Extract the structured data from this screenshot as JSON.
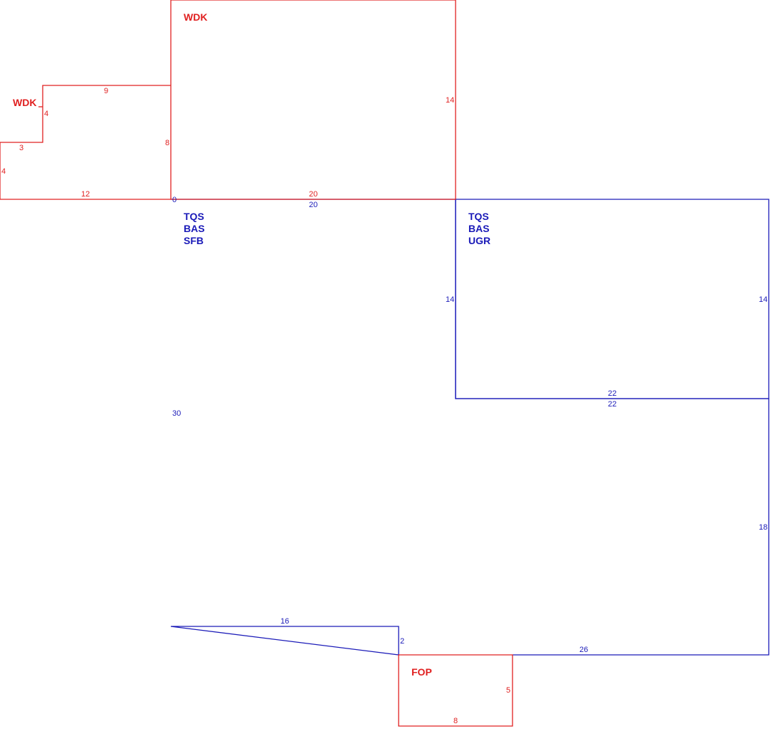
{
  "colors": {
    "red": "#e02020",
    "blue": "#1a1ab8"
  },
  "areas": {
    "wdk_main": {
      "codes": [
        "WDK"
      ]
    },
    "wdk_small": {
      "codes": [
        "WDK"
      ]
    },
    "living_sfb": {
      "codes": [
        "TQS",
        "BAS",
        "SFB"
      ]
    },
    "living_ugr": {
      "codes": [
        "TQS",
        "BAS",
        "UGR"
      ]
    },
    "fop": {
      "codes": [
        "FOP"
      ]
    }
  },
  "dimensions": {
    "wdk_main_right": "14",
    "wdk_main_bottom": "20",
    "wdk_small_top": "9",
    "wdk_small_step_vertical": "4",
    "wdk_small_step_horizontal": "3",
    "wdk_small_left": "4",
    "wdk_small_bottom": "12",
    "wdk_small_right": "8",
    "origin": "0",
    "living_top": "20",
    "ugr_left": "14",
    "ugr_right": "14",
    "ugr_bottom_upper": "22",
    "ugr_bottom_lower": "22",
    "living_left": "30",
    "living_right_lower": "18",
    "living_bottom_left": "16",
    "living_step": "2",
    "living_bottom_right": "26",
    "fop_right": "5",
    "fop_bottom": "8"
  }
}
